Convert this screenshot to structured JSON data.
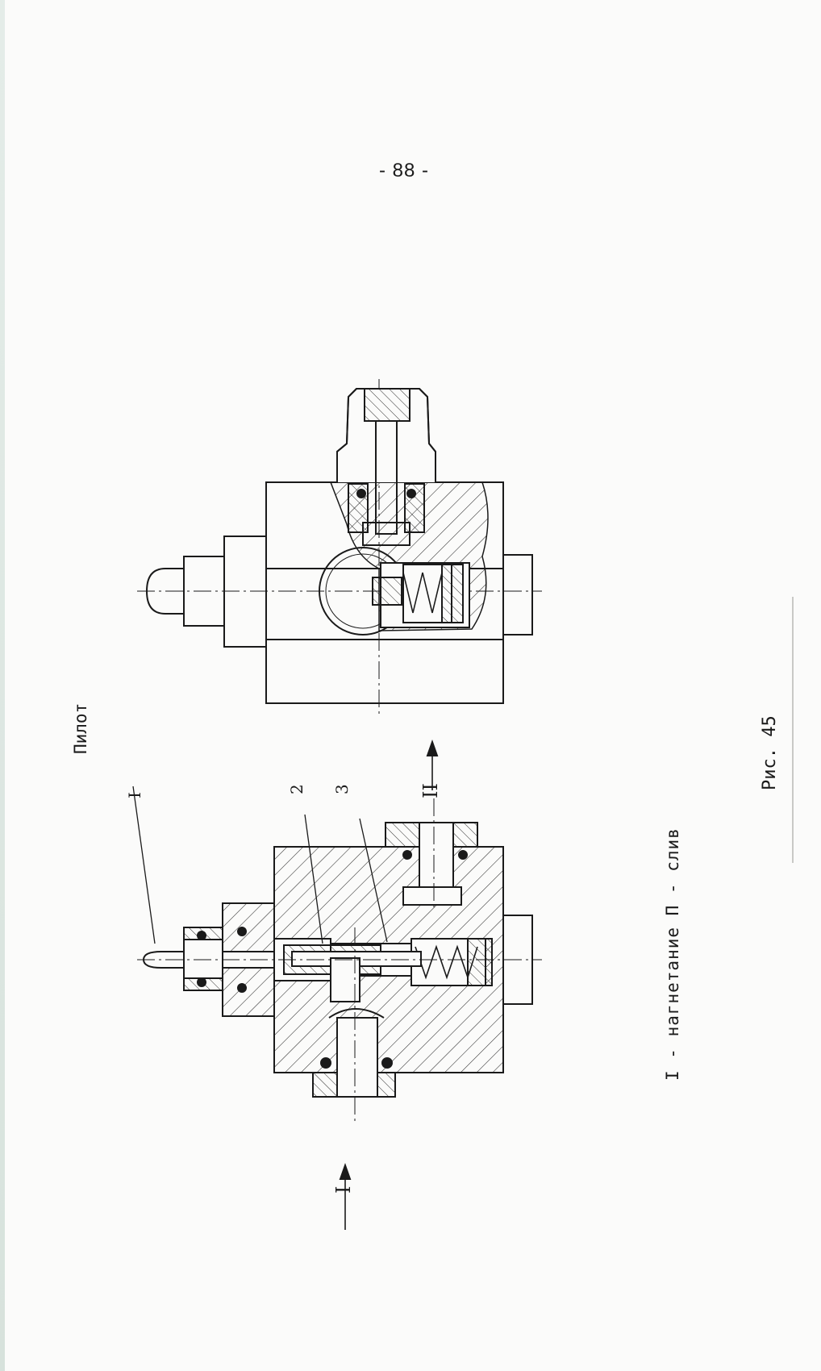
{
  "page_number": "- 88 -",
  "title": "Пилот",
  "callouts": {
    "one": "I",
    "two": "2",
    "three": "3",
    "inlet": "I",
    "drain": "II"
  },
  "legend": "I - нагнетание  П - слив",
  "caption": "Рис. 45",
  "colors": {
    "ink": "#1a1a1a",
    "paper": "#fbfbfa",
    "hatch": "#2b2b2b"
  }
}
